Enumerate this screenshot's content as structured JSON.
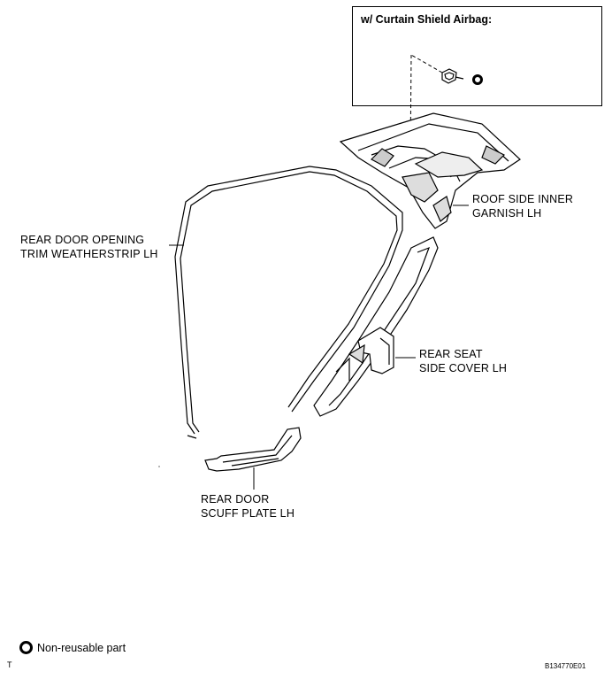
{
  "inset": {
    "title": "w/ Curtain Shield Airbag:"
  },
  "labels": {
    "roof_side_inner_garnish": "ROOF SIDE INNER\nGARNISH LH",
    "rear_door_opening_trim": "REAR DOOR OPENING\nTRIM WEATHERSTRIP LH",
    "rear_seat_side_cover": "REAR SEAT\nSIDE COVER LH",
    "rear_door_scuff_plate": "REAR DOOR\nSCUFF PLATE LH"
  },
  "legend": {
    "text": "Non-reusable part",
    "icon": "non-reusable-ring-icon"
  },
  "footer": {
    "corner_mark": "T",
    "figure_code": "B134770E01"
  }
}
